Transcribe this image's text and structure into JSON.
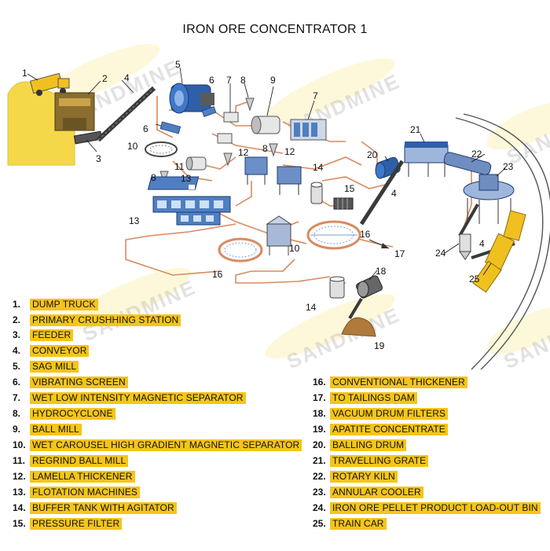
{
  "title": "IRON ORE CONCENTRATOR 1",
  "watermark_text": "SANDMINE",
  "colors": {
    "label_highlight": "#f5c518",
    "pipe": "#d98b5f",
    "equipment_blue": "#2e5fa8",
    "conveyor": "#3a3a3a",
    "ore_yellow": "#f5d84a",
    "concentrate": "#b07a3c",
    "train": "#f0c020"
  },
  "callouts": [
    "1",
    "2",
    "3",
    "4",
    "5",
    "6",
    "6",
    "7",
    "7",
    "8",
    "8",
    "8",
    "9",
    "10",
    "10",
    "11",
    "12",
    "12",
    "13",
    "13",
    "14",
    "14",
    "15",
    "16",
    "16",
    "17",
    "18",
    "19",
    "20",
    "21",
    "22",
    "23",
    "4",
    "24",
    "25",
    "4"
  ],
  "legend": [
    {
      "num": "1.",
      "label": "DUMP TRUCK"
    },
    {
      "num": "2.",
      "label": "PRIMARY CRUSHHING STATION"
    },
    {
      "num": "3.",
      "label": "FEEDER"
    },
    {
      "num": "4.",
      "label": "CONVEYOR"
    },
    {
      "num": "5.",
      "label": "SAG MILL"
    },
    {
      "num": "6.",
      "label": "VIBRATING SCREEN"
    },
    {
      "num": "7.",
      "label": "WET LOW INTENSITY MAGNETIC SEPARATOR"
    },
    {
      "num": "8.",
      "label": "HYDROCYCLONE"
    },
    {
      "num": "9.",
      "label": "BALL MILL"
    },
    {
      "num": "10.",
      "label": "WET CAROUSEL HIGH GRADIENT MAGNETIC SEPARATOR"
    },
    {
      "num": "11.",
      "label": "REGRIND BALL MILL"
    },
    {
      "num": "12.",
      "label": "LAMELLA THICKENER"
    },
    {
      "num": "13.",
      "label": "FLOTATION MACHINES"
    },
    {
      "num": "14.",
      "label": "BUFFER TANK WITH AGITATOR"
    },
    {
      "num": "15.",
      "label": "PRESSURE FILTER"
    },
    {
      "num": "16.",
      "label": "CONVENTIONAL THICKENER"
    },
    {
      "num": "17.",
      "label": "TO TAILINGS DAM"
    },
    {
      "num": "18.",
      "label": "VACUUM DRUM FILTERS"
    },
    {
      "num": "19.",
      "label": "APATITE CONCENTRATE"
    },
    {
      "num": "20.",
      "label": "BALLING DRUM"
    },
    {
      "num": "21.",
      "label": "TRAVELLING GRATE"
    },
    {
      "num": "22.",
      "label": "ROTARY KILN"
    },
    {
      "num": "23.",
      "label": "ANNULAR COOLER"
    },
    {
      "num": "24.",
      "label": "IRON ORE PELLET PRODUCT LOAD-OUT BIN"
    },
    {
      "num": "25.",
      "label": "TRAIN CAR"
    }
  ]
}
